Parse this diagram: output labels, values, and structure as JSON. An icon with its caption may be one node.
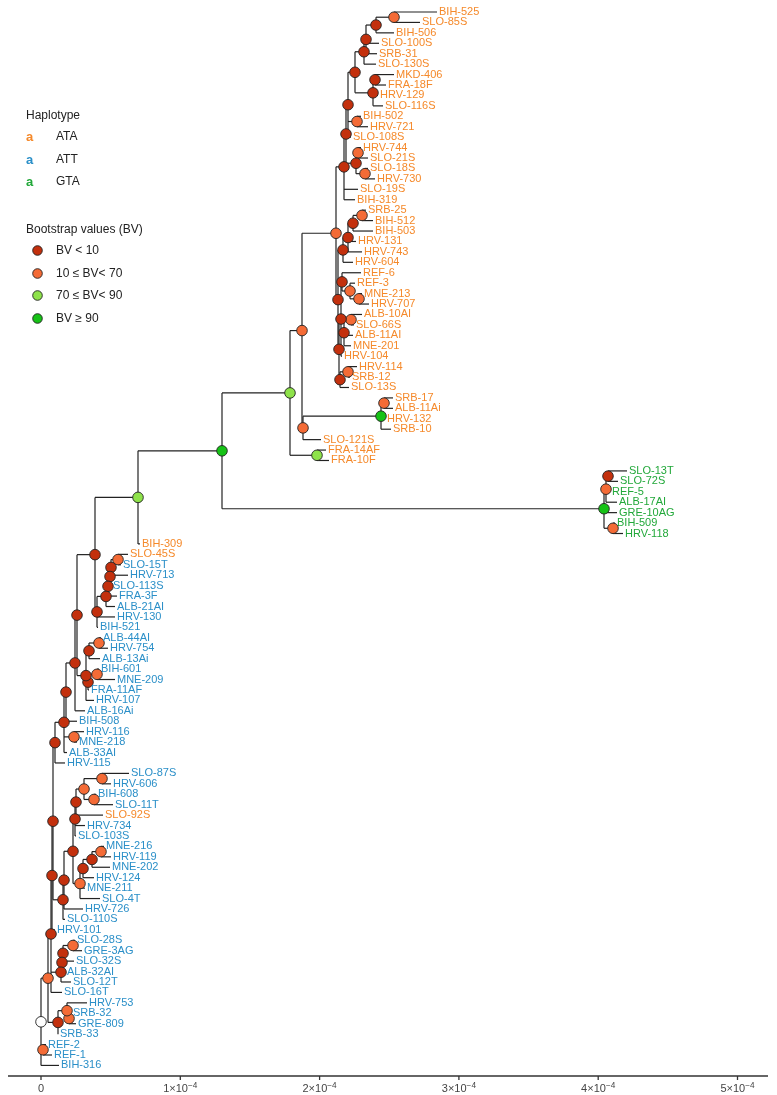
{
  "diagram": {
    "labels": [
      "Haplotype",
      "a",
      "a",
      "a",
      "Bootstrap values (BV)",
      "BIH-525",
      "SLO-85S",
      "BIH-506",
      "SLO-100S",
      "SRB-31",
      "SLO-130S",
      "MKD-406",
      "FRA-18F",
      "HRV-129",
      "SLO-116S",
      "BIH-502",
      "HRV-721",
      "SLO-108S",
      "HRV-744",
      "SLO-21S",
      "SLO-18S",
      "HRV-730",
      "SLO-19S",
      "BIH-319",
      "SRB-25",
      "BIH-512",
      "BIH-503",
      "HRV-131",
      "HRV-743",
      "HRV-604",
      "REF-6",
      "REF-3",
      "MNE-213",
      "HRV-707",
      "ALB-10AI",
      "SLO-66S",
      "ALB-11AI",
      "MNE-201",
      "HRV-104",
      "HRV-114",
      "SRB-12",
      "SLO-13S",
      "SRB-17",
      "ALB-11Ai",
      "HRV-132",
      "SRB-10",
      "SLO-121S",
      "FRA-14AF",
      "FRA-10F",
      "SLO-13T",
      "SLO-72S",
      "REF-5",
      "ALB-17AI",
      "GRE-10AG",
      "BIH-509",
      "HRV-118",
      "BIH-309",
      "SLO-45S",
      "SLO-15T",
      "HRV-713",
      "SLO-113S",
      "FRA-3F",
      "ALB-21AI",
      "HRV-130",
      "BIH-521",
      "ALB-44AI",
      "HRV-754",
      "ALB-13Ai",
      "BIH-601",
      "MNE-209",
      "FRA-11AF",
      "HRV-107",
      "ALB-16Ai",
      "BIH-508",
      "HRV-116",
      "MNE-218",
      "ALB-33AI",
      "HRV-115",
      "SLO-87S",
      "HRV-606",
      "BIH-608",
      "SLO-11T",
      "SLO-92S",
      "HRV-734",
      "SLO-103S",
      "MNE-216",
      "HRV-119",
      "MNE-202",
      "HRV-124",
      "MNE-211",
      "SLO-4T",
      "HRV-726",
      "SLO-110S",
      "HRV-101",
      "SLO-28S",
      "GRE-3AG",
      "SLO-32S",
      "ALB-32AI",
      "SLO-12T",
      "SLO-16T",
      "HRV-753",
      "SRB-32",
      "GRE-809",
      "SRB-33",
      "REF-2",
      "REF-1",
      "BIH-316",
      "0",
      "1×10$^{−4}$",
      "2×10$^{−4}$",
      "3×10$^{−4}$",
      "4×10$^{−4}$",
      "5×10$^{−4}$"
    ],
    "legend": [
      {
        "text": "ATA",
        "color": "#f5892a"
      },
      {
        "text": "ATT",
        "color": "#2a8fc8"
      },
      {
        "text": "GTA",
        "color": "#22a83a"
      },
      {
        "text": "BV < 10",
        "color": "#c3300d"
      },
      {
        "text": "10 ≤ BV< 70",
        "color": "#f46b36"
      },
      {
        "text": "70 ≤ BV< 90",
        "color": "#8ee24a"
      },
      {
        "text": "BV ≥ 90",
        "color": "#16c216"
      }
    ]
  }
}
